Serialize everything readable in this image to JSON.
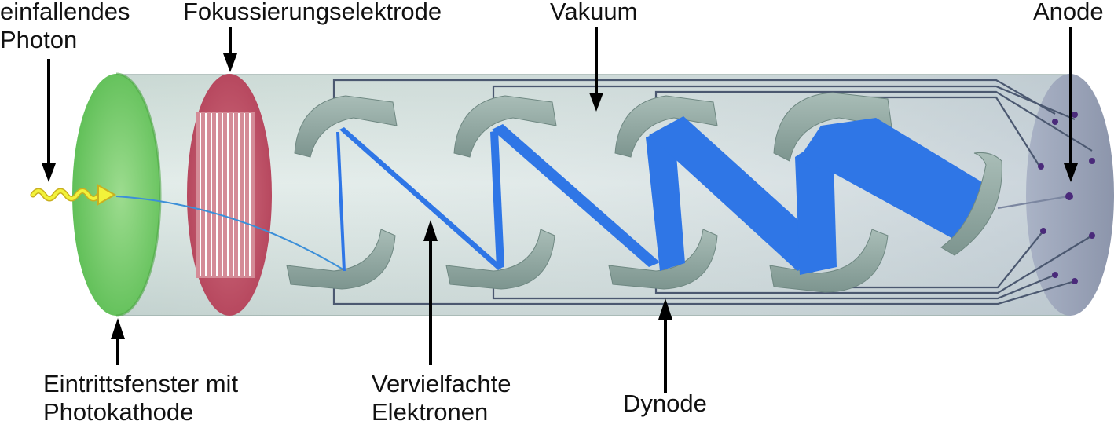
{
  "labels": {
    "photon_line1": "einfallendes",
    "photon_line2": "Photon",
    "focus": "Fokussierungselektrode",
    "vacuum": "Vakuum",
    "anode": "Anode",
    "window_line1": "Eintrittsfenster mit",
    "window_line2": "Photokathode",
    "electrons_line1": "Vervielfachte",
    "electrons_line2": "Elektronen",
    "dynode": "Dynode"
  },
  "colors": {
    "tube_body": "#d6e3e0",
    "entrance_window": "#7ccf6e",
    "focusing_electrode": "#c2556a",
    "dynode": "#8fa8a2",
    "electron_beam": "#2f76e6",
    "anode_end": "#9aa3b8",
    "wire": "#4b5870",
    "pin": "#4a2a7a",
    "photon": "#f2f23a"
  }
}
